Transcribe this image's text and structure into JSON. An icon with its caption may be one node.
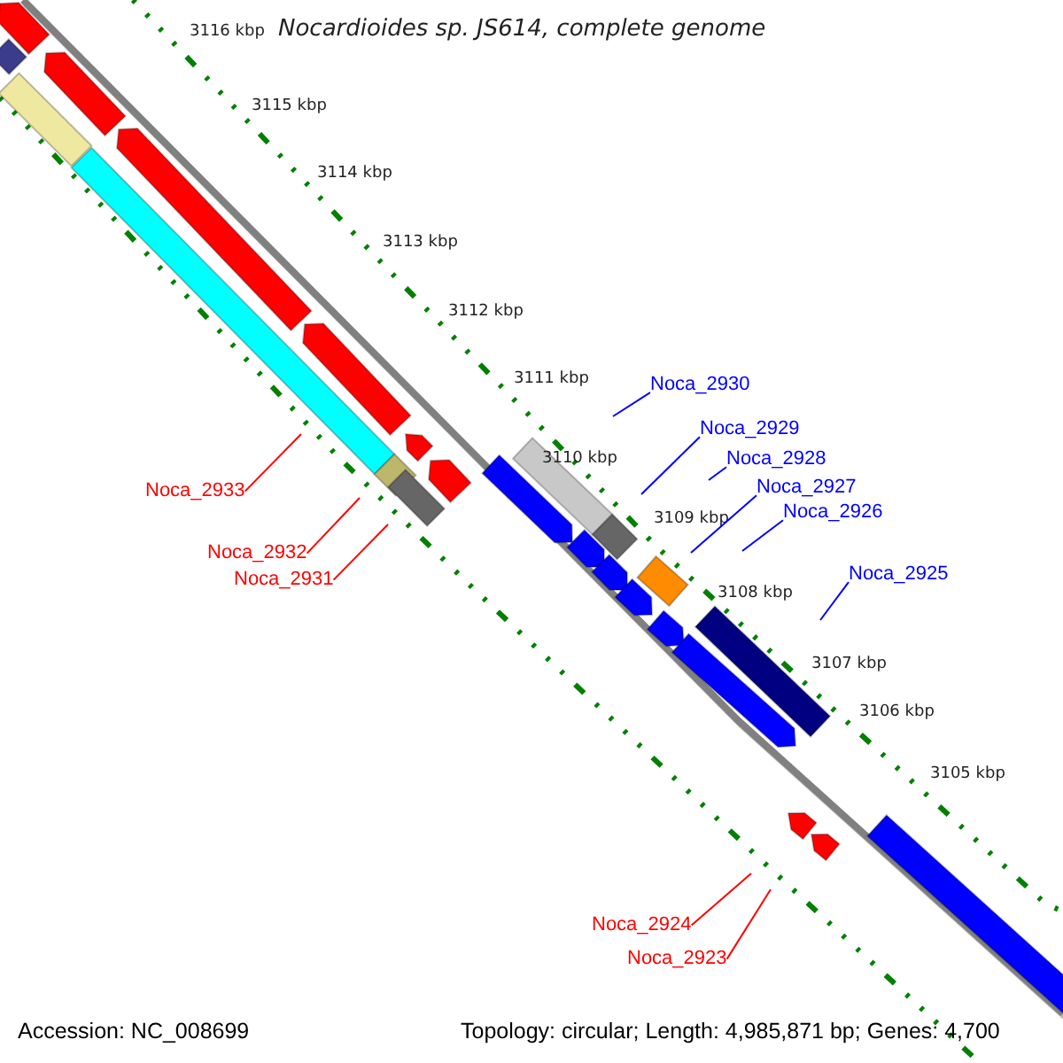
{
  "diagram": {
    "title": "Nocardioides sp. JS614, complete genome",
    "nodes": [
      {
        "text": [
          "Noca_2930"
        ]
      },
      {
        "text": [
          "Noca_2929"
        ]
      },
      {
        "text": [
          "Noca_2928"
        ]
      },
      {
        "text": [
          "Noca_2927"
        ]
      },
      {
        "text": [
          "Noca_2933"
        ]
      },
      {
        "text": [
          "Noca_2926"
        ]
      },
      {
        "text": [
          "Noca_2932"
        ]
      },
      {
        "text": [
          "Noca_2925"
        ]
      },
      {
        "text": [
          "Noca_2931"
        ]
      },
      {
        "text": [
          "Noca_2924"
        ]
      },
      {
        "text": [
          "Noca_2923"
        ]
      }
    ],
    "edges": [
      {
        "from": 0,
        "to": null,
        "arrow": "none"
      },
      {
        "from": 1,
        "to": null,
        "arrow": "none"
      },
      {
        "from": 2,
        "to": null,
        "arrow": "none"
      },
      {
        "from": 3,
        "to": null,
        "arrow": "none"
      },
      {
        "from": 4,
        "to": null,
        "arrow": "none",
        "color": "#ff0000"
      },
      {
        "from": 5,
        "to": null,
        "arrow": "none"
      },
      {
        "from": 6,
        "to": null,
        "arrow": "none",
        "color": "#ff0000"
      },
      {
        "from": 7,
        "to": null,
        "arrow": "none"
      },
      {
        "from": 8,
        "to": null,
        "arrow": "none",
        "color": "#ff0000"
      },
      {
        "from": 9,
        "to": null,
        "arrow": "none",
        "color": "#ff0000"
      },
      {
        "from": 10,
        "to": null,
        "arrow": "none",
        "color": "#ff0000"
      }
    ],
    "labels": [
      "3116 kbp",
      "3115 kbp",
      "3114 kbp",
      "3113 kbp",
      "3112 kbp",
      "3111 kbp",
      "3110 kbp",
      "3109 kbp",
      "3108 kbp",
      "3107 kbp",
      "3106 kbp",
      "3105 kbp",
      "Accession: NC_008699",
      "Topology: circular; Length: 4,985,871 bp; Genes: 4,700"
    ]
  }
}
